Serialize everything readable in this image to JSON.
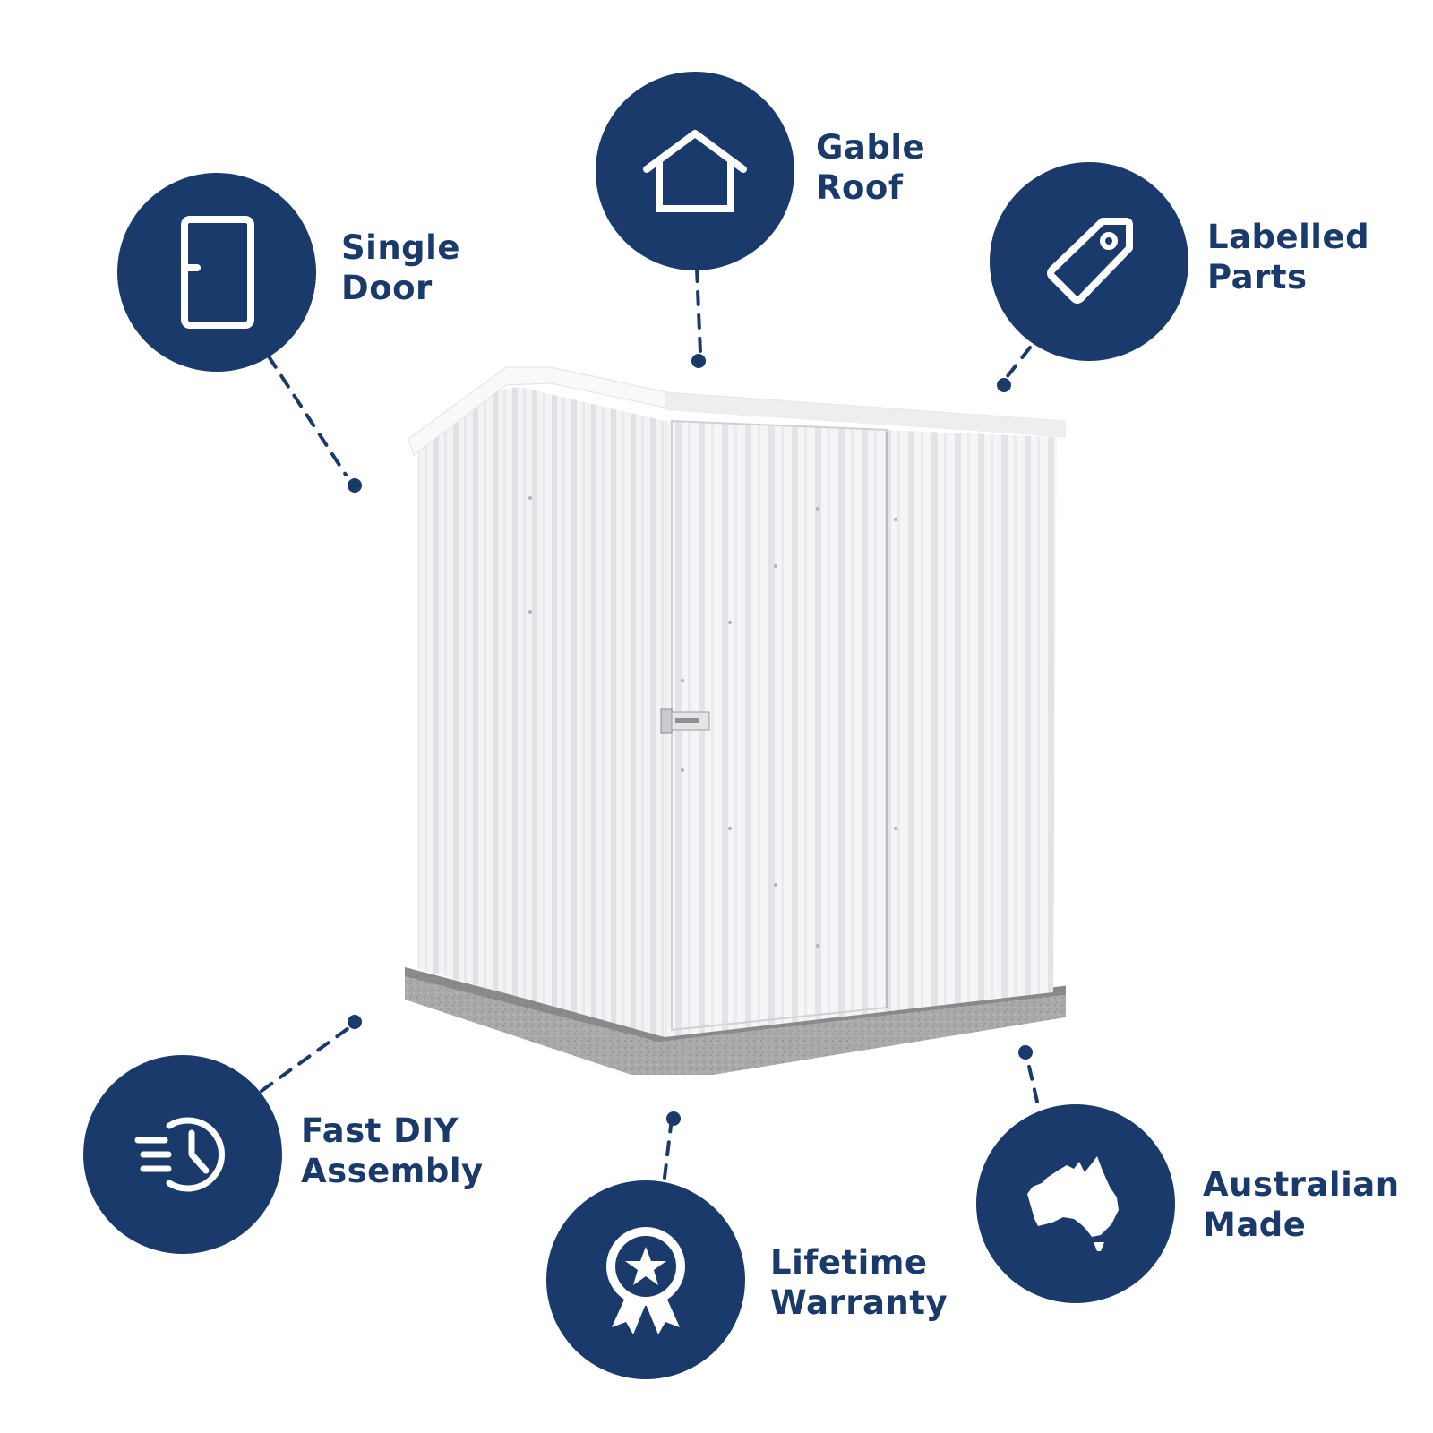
{
  "theme": {
    "accent": "#1a3a6b",
    "background": "#ffffff",
    "shed_panel": "#f1f2f4",
    "concrete": "#a9a9a9"
  },
  "product": {
    "image_alt": "White steel garden shed with gable roof and single hinged door on concrete slab"
  },
  "features": [
    {
      "id": "single-door",
      "icon": "door-icon",
      "line1": "Single",
      "line2": "Door"
    },
    {
      "id": "gable-roof",
      "icon": "house-icon",
      "line1": "Gable",
      "line2": "Roof"
    },
    {
      "id": "labelled-parts",
      "icon": "tag-icon",
      "line1": "Labelled",
      "line2": "Parts"
    },
    {
      "id": "fast-diy-assembly",
      "icon": "fast-clock-icon",
      "line1": "Fast DIY",
      "line2": "Assembly"
    },
    {
      "id": "lifetime-warranty",
      "icon": "award-ribbon-icon",
      "line1": "Lifetime",
      "line2": "Warranty"
    },
    {
      "id": "australian-made",
      "icon": "australia-map-icon",
      "line1": "Australian",
      "line2": "Made"
    }
  ]
}
